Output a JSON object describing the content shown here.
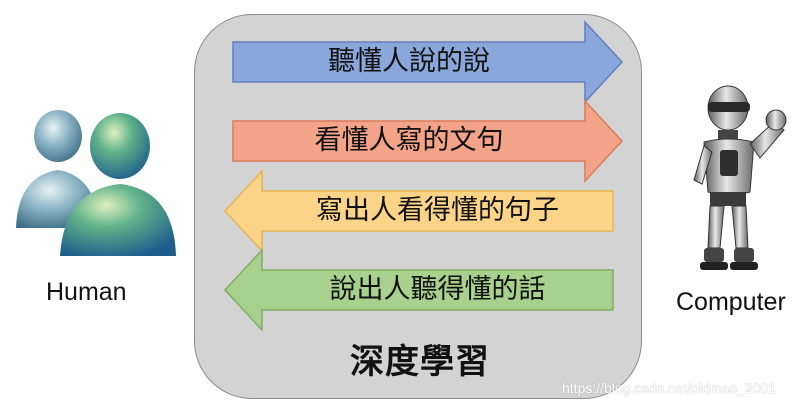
{
  "diagram": {
    "panel_title": "深度學習",
    "arrows": [
      {
        "label": "聽懂人說的說",
        "direction": "right",
        "fill": "#8aa7dc",
        "stroke": "#5f7fbf"
      },
      {
        "label": "看懂人寫的文句",
        "direction": "right",
        "fill": "#f2a388",
        "stroke": "#d97b5b"
      },
      {
        "label": "寫出人看得懂的句子",
        "direction": "left",
        "fill": "#fcd487",
        "stroke": "#e8b352"
      },
      {
        "label": "說出人聽得懂的話",
        "direction": "left",
        "fill": "#a9d18e",
        "stroke": "#7fae62"
      }
    ],
    "human_label": "Human",
    "computer_label": "Computer",
    "watermark": "https://blog.csdn.net/oldmao_2001"
  }
}
